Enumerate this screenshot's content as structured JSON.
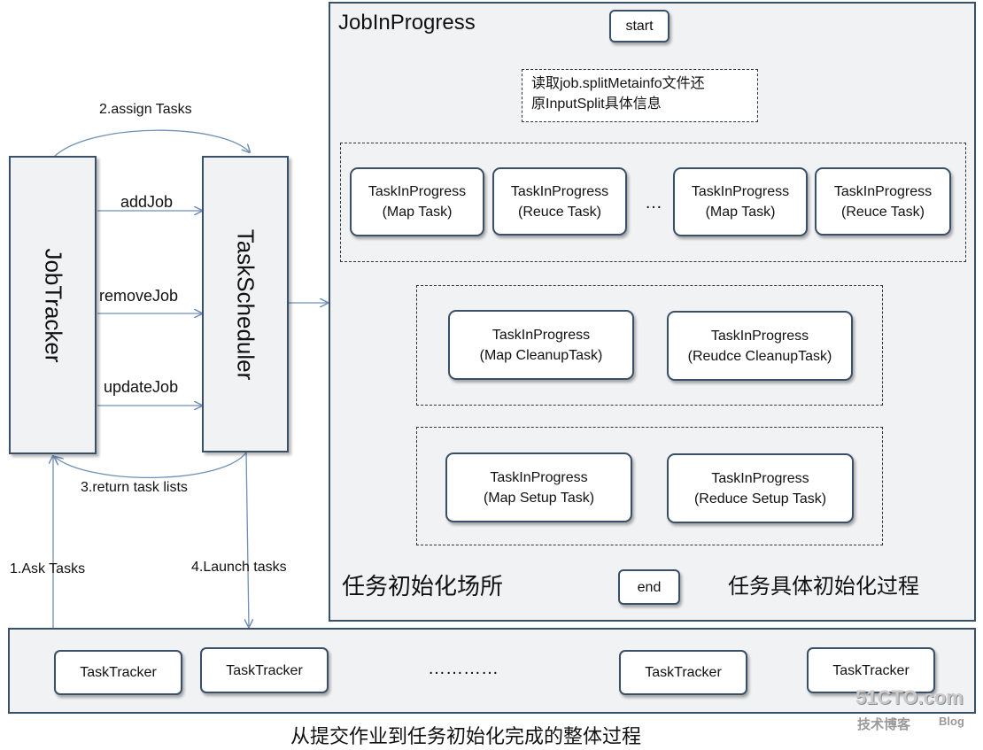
{
  "job_tracker": {
    "label": "JobTracker"
  },
  "task_scheduler": {
    "label": "TaskScheduler"
  },
  "edges": {
    "assign_tasks": "2.assign Tasks",
    "add_job": "addJob",
    "remove_job": "removeJob",
    "update_job": "updateJob",
    "return_task_lists": "3.return task lists",
    "ask_tasks": "1.Ask Tasks",
    "launch_tasks": "4.Launch tasks"
  },
  "job_in_progress": {
    "title": "JobInProgress",
    "start": "start",
    "note_line1": "读取job.splitMetainfo文件还",
    "note_line2": "原InputSplit具体信息",
    "map_reduce_group": [
      {
        "line1": "TaskInProgress",
        "line2": "(Map Task)"
      },
      {
        "line1": "TaskInProgress",
        "line2": "(Reuce Task)"
      },
      {
        "line1": "TaskInProgress",
        "line2": "(Map Task)"
      },
      {
        "line1": "TaskInProgress",
        "line2": "(Reuce Task)"
      }
    ],
    "ellipsis": "…",
    "cleanup_group": [
      {
        "line1": "TaskInProgress",
        "line2": "(Map CleanupTask)"
      },
      {
        "line1": "TaskInProgress",
        "line2": "(Reudce CleanupTask)"
      }
    ],
    "setup_group": [
      {
        "line1": "TaskInProgress",
        "line2": "(Map Setup Task)"
      },
      {
        "line1": "TaskInProgress",
        "line2": "(Reduce Setup Task)"
      }
    ],
    "end": "end",
    "place_label": "任务初始化场所",
    "process_label": "任务具体初始化过程"
  },
  "task_trackers": {
    "items": [
      "TaskTracker",
      "TaskTracker",
      "TaskTracker",
      "TaskTracker"
    ],
    "dots": "…………"
  },
  "caption": "从提交作业到任务初始化完成的整体过程",
  "watermark": {
    "site": "51CTO.com",
    "sub1": "技术博客",
    "sub2": "Blog"
  }
}
